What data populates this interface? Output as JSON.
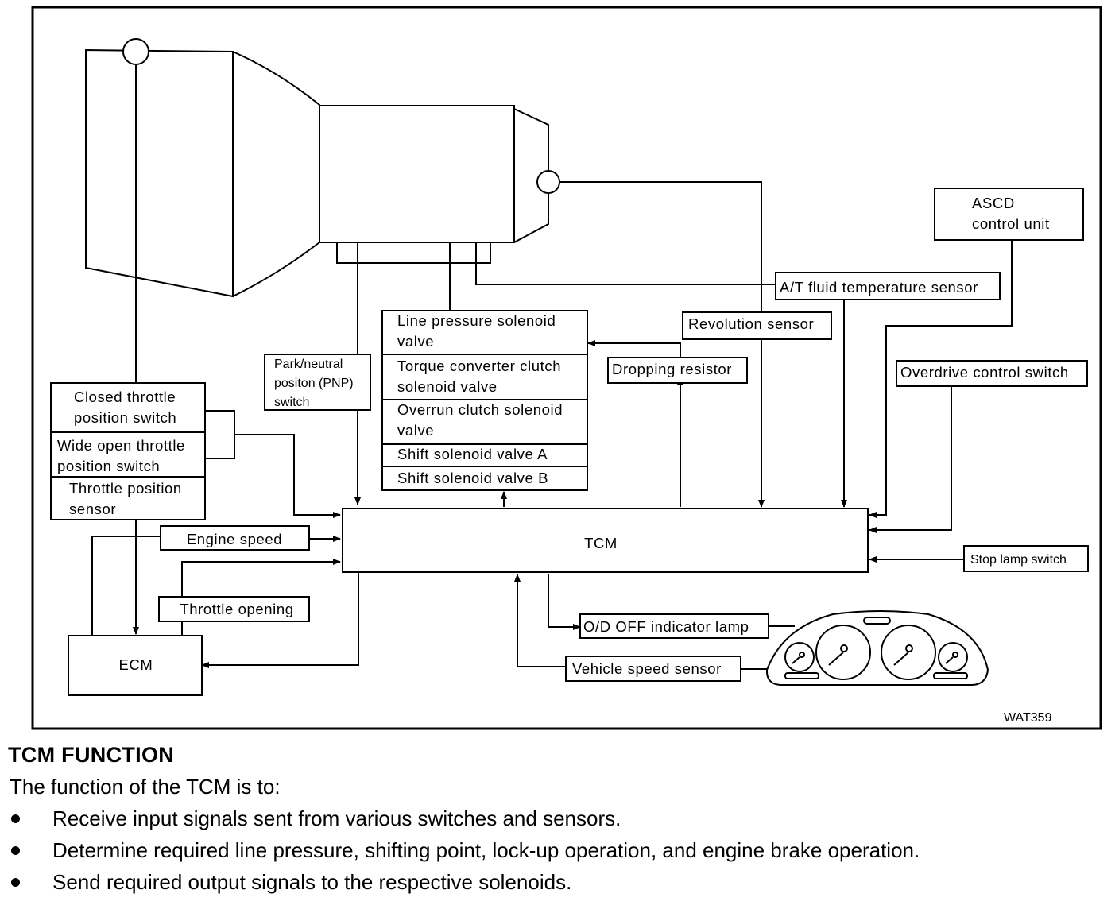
{
  "diagram": {
    "figure_id": "WAT359",
    "components": {
      "tcm": "TCM",
      "ecm": "ECM",
      "ascd": [
        "ASCD",
        "control unit"
      ],
      "fluid_temp_sensor": "A/T fluid temperature sensor",
      "revolution_sensor": "Revolution sensor",
      "dropping_resistor": "Dropping resistor",
      "overdrive_switch": "Overdrive control switch",
      "stop_lamp_switch": "Stop lamp switch",
      "pnp_switch": [
        "Park/neutral",
        "positon (PNP)",
        "switch"
      ],
      "solenoids": [
        [
          "Line pressure solenoid",
          "valve"
        ],
        [
          "Torque converter clutch",
          "solenoid valve"
        ],
        [
          "Overrun clutch solenoid",
          "valve"
        ],
        [
          "Shift solenoid valve A"
        ],
        [
          "Shift solenoid valve B"
        ]
      ],
      "throttle_group": [
        [
          "Closed throttle",
          "position switch"
        ],
        [
          "Wide open throttle",
          "position switch"
        ],
        [
          "Throttle position",
          "sensor"
        ]
      ],
      "engine_speed": "Engine speed",
      "throttle_opening": "Throttle opening",
      "od_off_lamp": "O/D OFF indicator lamp",
      "vehicle_speed_sensor": "Vehicle speed sensor"
    }
  },
  "section": {
    "title": "TCM FUNCTION",
    "intro": "The function of the TCM is to:",
    "bullets": [
      "Receive input signals sent from various switches and sensors.",
      "Determine required line pressure, shifting point, lock-up operation, and engine brake operation.",
      "Send required output signals to the respective solenoids."
    ]
  }
}
